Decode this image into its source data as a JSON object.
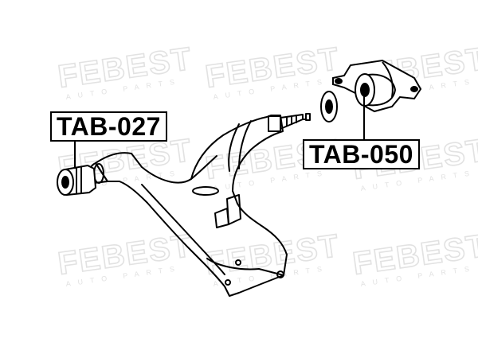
{
  "watermark": {
    "brand": "FEBEST",
    "tagline": "AUTO PARTS"
  },
  "callouts": {
    "left_part": {
      "part_number": "TAB-027"
    },
    "right_part": {
      "part_number": "TAB-050"
    }
  },
  "colors": {
    "line": "#000000",
    "watermark": "#e2e2e2",
    "background": "#ffffff"
  }
}
